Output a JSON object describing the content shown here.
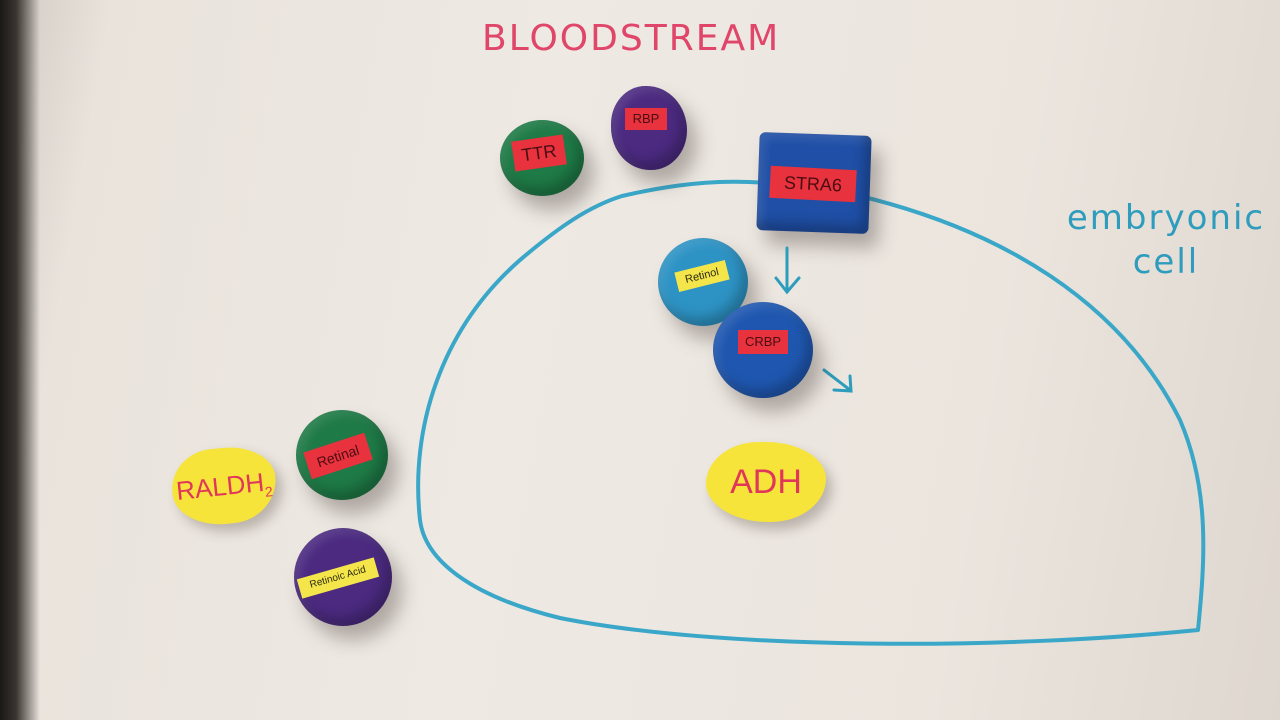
{
  "labels": {
    "bloodstream": "BLOODSTREAM",
    "cell_line1": "embryonic",
    "cell_line2": "cell"
  },
  "molecules": {
    "ttr": "TTR",
    "rbp": "RBP",
    "stra6": "STRA6",
    "retinol_inside": "Retinol",
    "crbp": "CRBP",
    "adh": "ADH",
    "raldh2_main": "RALDH",
    "raldh2_sub": "2",
    "retinal": "Retinal",
    "retinoic_acid": "Retinoic Acid"
  },
  "colors": {
    "board": "#ece6df",
    "bloodstream_text": "#e0456a",
    "membrane": "#3aa7c9",
    "green_clay": "#1e7a46",
    "purple_clay": "#4b2a80",
    "blue_clay": "#1f57b0",
    "light_blue_clay": "#2d93c4",
    "paper_yellow": "#f7e43a"
  }
}
